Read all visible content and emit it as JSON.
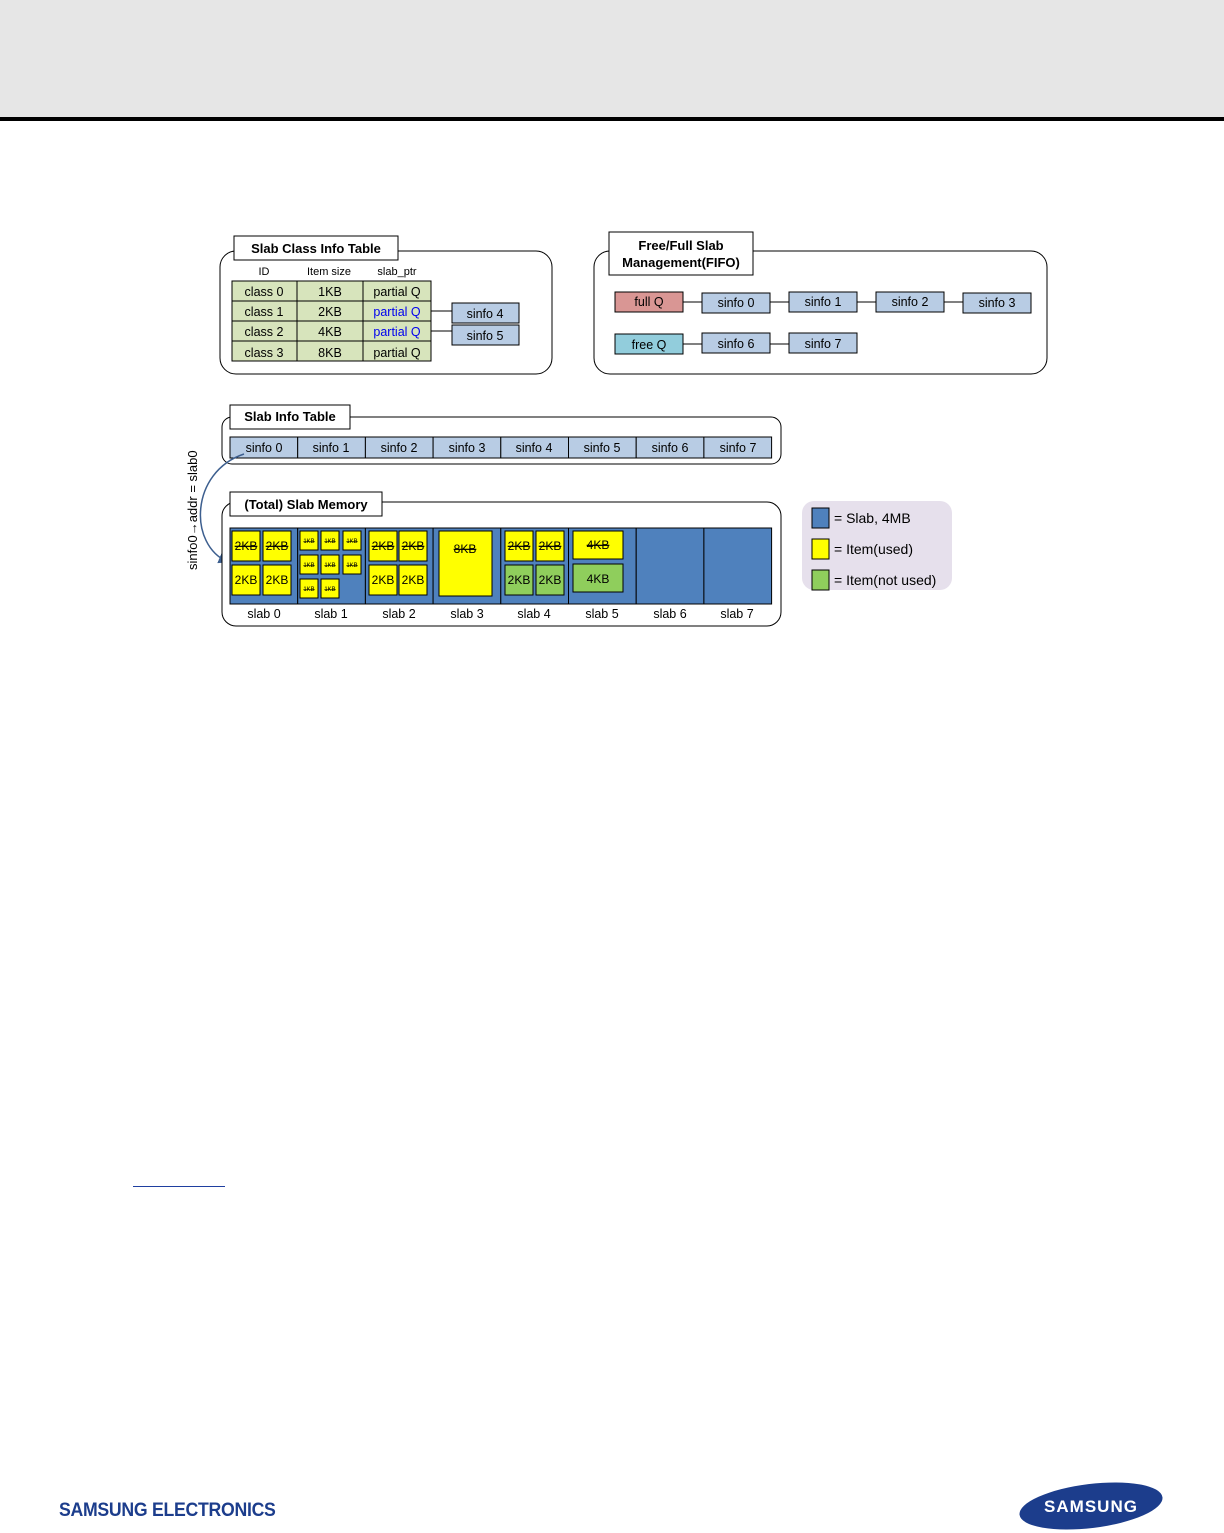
{
  "class_table": {
    "title": "Slab Class Info Table",
    "headers": [
      "ID",
      "Item size",
      "slab_ptr"
    ],
    "rows": [
      {
        "id": "class 0",
        "size": "1KB",
        "ptr": "partial Q"
      },
      {
        "id": "class 1",
        "size": "2KB",
        "ptr": "partial Q"
      },
      {
        "id": "class 2",
        "size": "4KB",
        "ptr": "partial Q"
      },
      {
        "id": "class 3",
        "size": "8KB",
        "ptr": "partial Q"
      }
    ],
    "linked": [
      "sinfo 4",
      "sinfo 5"
    ]
  },
  "fifo": {
    "title_line1": "Free/Full Slab",
    "title_line2": "Management(FIFO)",
    "full_label": "full Q",
    "full_items": [
      "sinfo 0",
      "sinfo 1",
      "sinfo 2",
      "sinfo 3"
    ],
    "free_label": "free Q",
    "free_items": [
      "sinfo 6",
      "sinfo 7"
    ]
  },
  "slab_info": {
    "title": "Slab Info Table",
    "cells": [
      "sinfo 0",
      "sinfo 1",
      "sinfo 2",
      "sinfo 3",
      "sinfo 4",
      "sinfo 5",
      "sinfo 6",
      "sinfo 7"
    ]
  },
  "pointer_label": "sinfo0→addr = slab0",
  "memory": {
    "title": "(Total) Slab Memory",
    "slabs": [
      "slab 0",
      "slab 1",
      "slab 2",
      "slab 3",
      "slab 4",
      "slab 5",
      "slab 6",
      "slab 7"
    ],
    "item_2kb": "2KB",
    "item_1kb": "1KB",
    "item_8kb": "8KB",
    "item_4kb": "4KB"
  },
  "legend": {
    "slab": "= Slab, 4MB",
    "used": "= Item(used)",
    "not_used": "= Item(not used)"
  },
  "colors": {
    "slab_blue": "#4f81bd",
    "item_used": "#ffff00",
    "item_not_used": "#8fce5c",
    "class_green": "#d7e4bc",
    "sinfo_blue": "#b8cce4",
    "full_q": "#d99694",
    "free_q": "#92cddc",
    "legend_bg": "#e6e0ec",
    "brand": "#1c3d8c"
  },
  "footer": {
    "brand": "SAMSUNG ELECTRONICS",
    "logo": "SAMSUNG"
  }
}
